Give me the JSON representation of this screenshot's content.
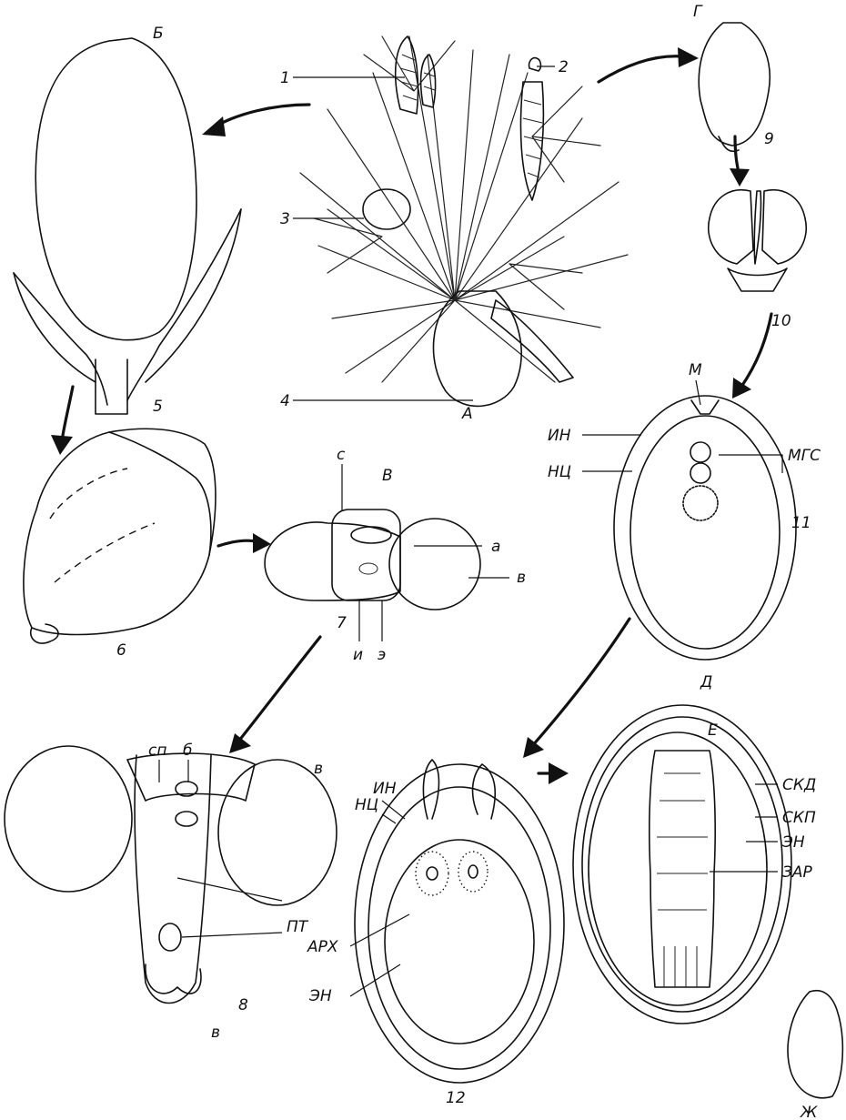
{
  "figure": {
    "panel_labels": {
      "A": "А",
      "B": "Б",
      "V": "В",
      "G": "Г",
      "D": "Д",
      "E": "Е",
      "Zh": "Ж"
    },
    "numbers": [
      "1",
      "2",
      "3",
      "4",
      "5",
      "6",
      "7",
      "8",
      "9",
      "10",
      "11",
      "12"
    ],
    "lowercase_labels": {
      "s": "с",
      "a": "а",
      "v": "в",
      "v2": "в",
      "v3": "в",
      "i": "и",
      "e": "э",
      "sp": "сп",
      "b": "б"
    },
    "abbreviations": {
      "M": "М",
      "IN": "ИН",
      "NC": "НЦ",
      "MGS": "МГС",
      "IN2": "ИН",
      "NC2": "НЦ",
      "ARH": "АРХ",
      "EN": "ЭН",
      "PT": "ПТ",
      "SKD": "СКД",
      "SKP": "СКП",
      "EN2": "ЭН",
      "ZAR": "ЗАР"
    }
  }
}
